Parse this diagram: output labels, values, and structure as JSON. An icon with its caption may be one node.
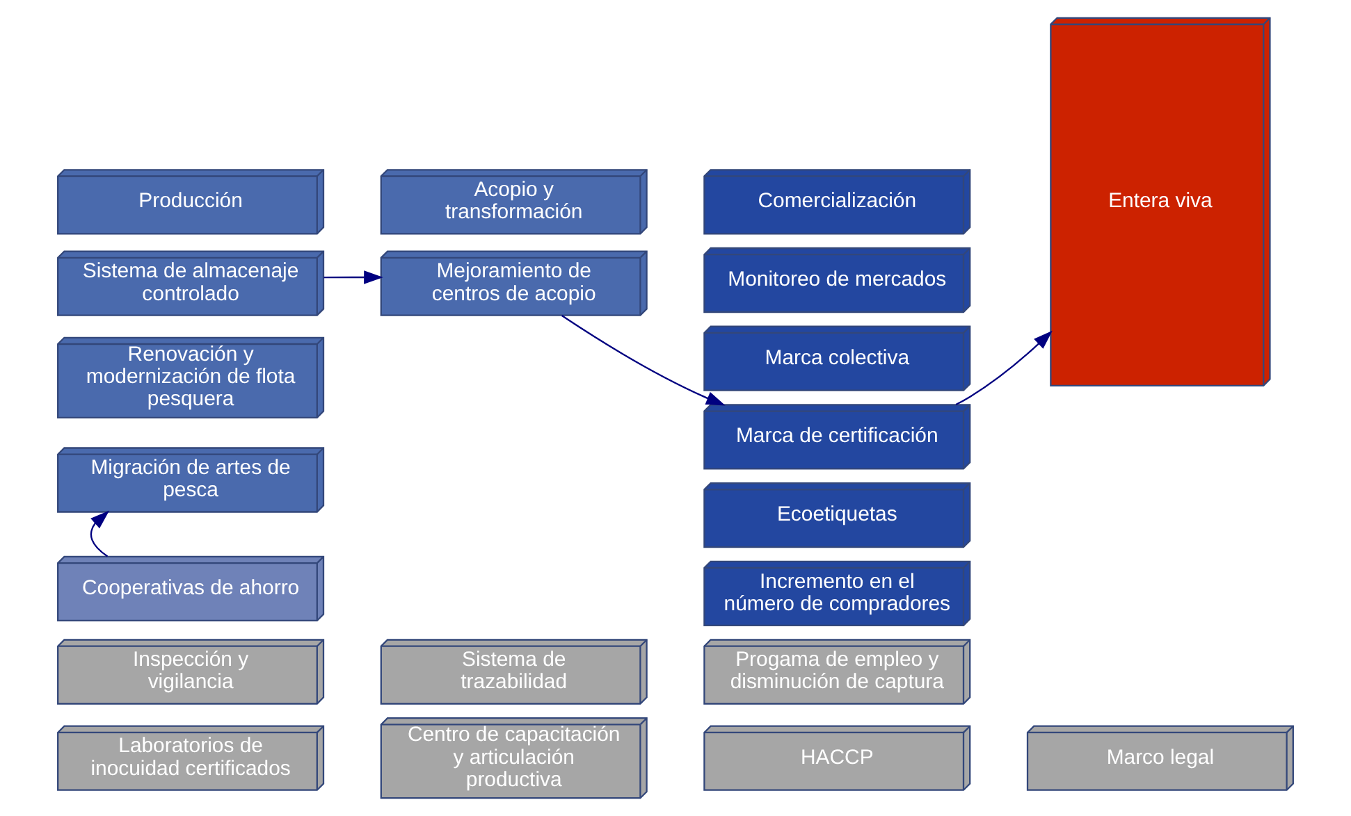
{
  "diagram": {
    "nodes": [
      {
        "text": [
          "Producción"
        ]
      },
      {
        "text": [
          "Acopio y transformación"
        ]
      },
      {
        "text": [
          "Comercialización"
        ]
      },
      {
        "text": [
          "Monitoreo de mercados"
        ]
      },
      {
        "text": [
          "Marca colectiva"
        ]
      },
      {
        "text": [
          "Marca de certificación"
        ]
      },
      {
        "text": [
          "Ecoetiquetas"
        ]
      },
      {
        "text": [
          "Incremento en el número de compradores"
        ]
      },
      {
        "text": [
          "Entera viva"
        ]
      },
      {
        "text": [
          "Sistema de almacenaje controlado"
        ]
      },
      {
        "text": [
          "Renovación y modernización de flota pesquera"
        ]
      },
      {
        "text": [
          "Migración de artes de pesca"
        ]
      },
      {
        "text": [
          "Mejoramiento de centros de acopio"
        ]
      },
      {
        "text": [
          "Cooperativas de ahorro"
        ]
      },
      {
        "text": [
          "Inspección y vigilancia"
        ]
      },
      {
        "text": [
          "Sistema de trazabilidad"
        ]
      },
      {
        "text": [
          "Progama de empleo y disminución de captura"
        ]
      },
      {
        "text": [
          "Laboratorios de inocuidad certificados"
        ]
      },
      {
        "text": [
          "Centro de capacitación y articulación productiva"
        ]
      },
      {
        "text": [
          "HACCP"
        ]
      },
      {
        "text": [
          "Marco legal"
        ]
      }
    ],
    "edges": [
      {
        "from": 9,
        "to": 12,
        "arrow": "to"
      },
      {
        "from": 12,
        "to": 5,
        "arrow": "to"
      },
      {
        "from": 5,
        "to": 8,
        "arrow": "to"
      },
      {
        "from": 13,
        "to": 11,
        "arrow": "to"
      }
    ]
  }
}
